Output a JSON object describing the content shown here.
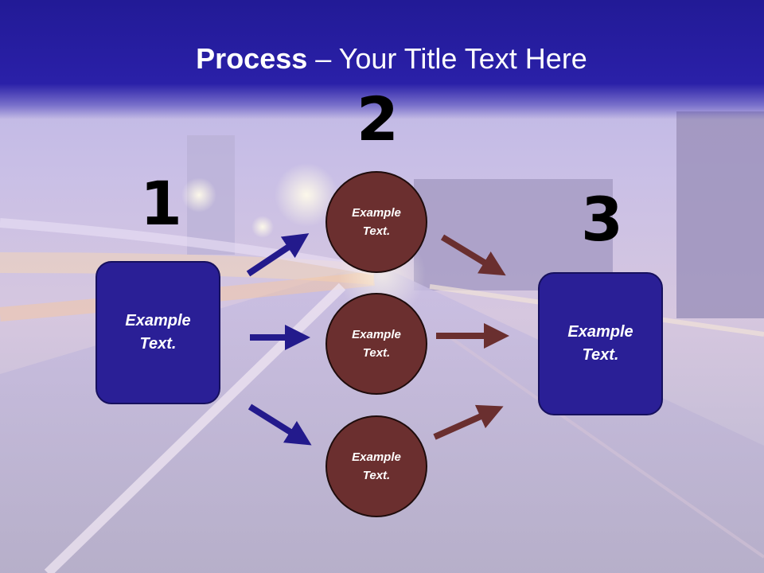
{
  "title": {
    "bold": "Process",
    "rest": " – Your Title Text Here"
  },
  "steps": {
    "one": "1",
    "two": "2",
    "three": "3"
  },
  "left_box": {
    "line1": "Example",
    "line2": "Text."
  },
  "right_box": {
    "line1": "Example",
    "line2": "Text."
  },
  "circles": [
    {
      "line1": "Example",
      "line2": "Text."
    },
    {
      "line1": "Example",
      "line2": "Text."
    },
    {
      "line1": "Example",
      "line2": "Text."
    }
  ],
  "colors": {
    "title_bar": "#2a20a8",
    "box_fill": "#2a1f96",
    "circle_fill": "#6b2f2f",
    "arrow_blue": "#231a8c",
    "arrow_brown": "#6a2f2f"
  }
}
